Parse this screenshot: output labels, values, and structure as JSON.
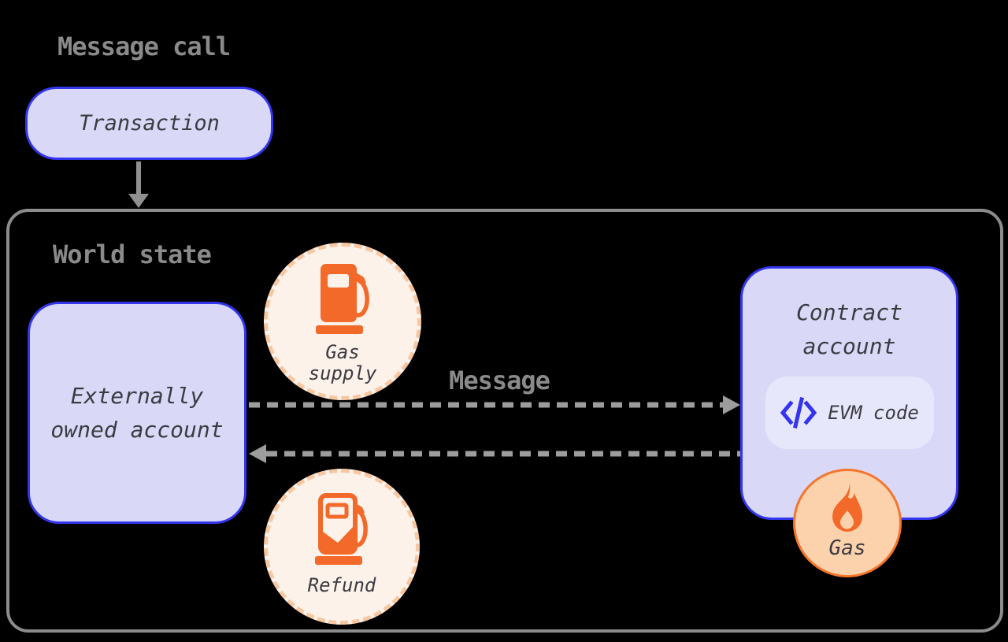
{
  "diagram": {
    "title": "Message call",
    "transaction": {
      "label": "Transaction"
    },
    "world_state": {
      "label": "World state",
      "eoa": {
        "line1": "Externally",
        "line2": "owned account"
      },
      "gas_supply": {
        "line1": "Gas",
        "line2": "supply",
        "icon": "fuel-pump-icon"
      },
      "message_arrow": {
        "label": "Message",
        "direction": "eoa-to-contract"
      },
      "return_arrow": {
        "direction": "contract-to-eoa"
      },
      "refund": {
        "label": "Refund",
        "icon": "fuel-pump-refund-icon"
      },
      "contract": {
        "line1": "Contract",
        "line2": "account",
        "evm_code": {
          "label": "EVM code",
          "icon": "code-icon"
        },
        "gas": {
          "label": "Gas",
          "icon": "fire-icon"
        }
      }
    },
    "colors": {
      "background": "#000000",
      "accent_blue_border": "#3336ef",
      "node_fill_lavender": "#d9d9f7",
      "pill_fill_lavender_light": "#e7e7fc",
      "icon_orange": "#f2692a",
      "peach_circle_fill": "#fdf2e9",
      "peach_dash_border": "#f7c7a2",
      "gas_circle_fill": "#fbd2ac",
      "gas_circle_border": "#f5752c",
      "gray_label": "#8a8a8a",
      "gray_container_border": "#8c8c8c",
      "arrow_gray": "#9d9d9d",
      "code_icon_blue": "#3333f0",
      "dark_text": "#3b3b42"
    }
  }
}
